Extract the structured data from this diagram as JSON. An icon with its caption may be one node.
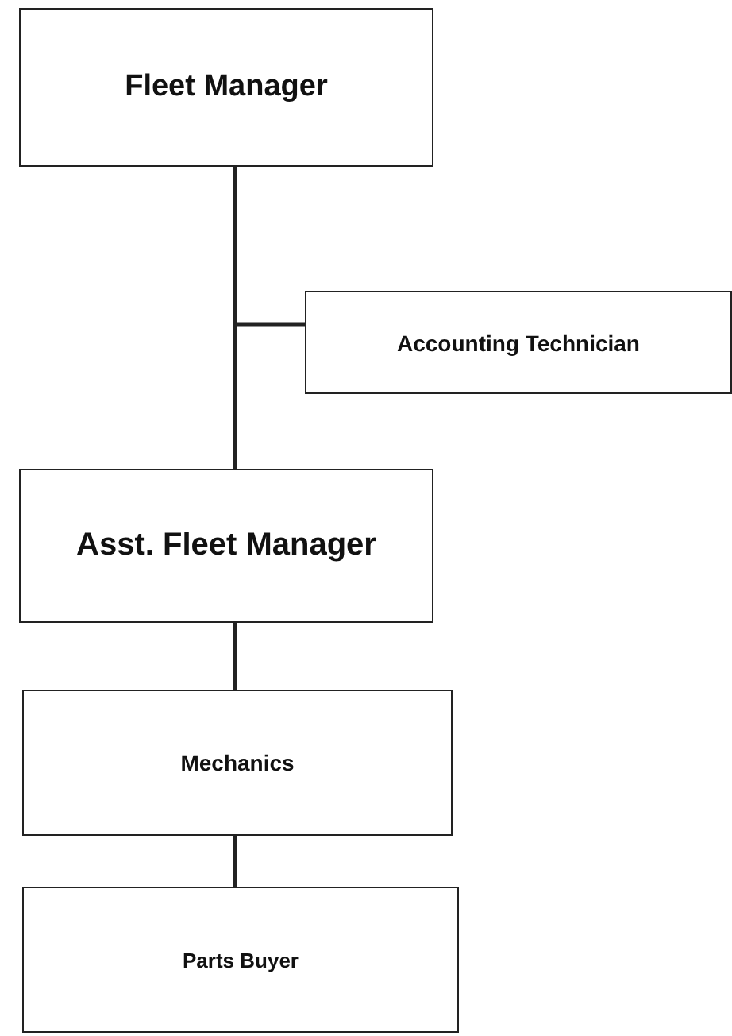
{
  "diagram": {
    "nodes": [
      {
        "text": [
          "Fleet Manager"
        ]
      },
      {
        "text": [
          "Accounting Technician"
        ]
      },
      {
        "text": [
          "Asst. Fleet Manager"
        ]
      },
      {
        "text": [
          "Mechanics"
        ]
      },
      {
        "text": [
          "Parts Buyer"
        ]
      }
    ],
    "edges": [
      {
        "from": 0,
        "to": 1,
        "arrow": "none"
      },
      {
        "from": 0,
        "to": 2,
        "arrow": "none"
      },
      {
        "from": 2,
        "to": 3,
        "arrow": "none"
      },
      {
        "from": 3,
        "to": 4,
        "arrow": "none"
      }
    ]
  }
}
